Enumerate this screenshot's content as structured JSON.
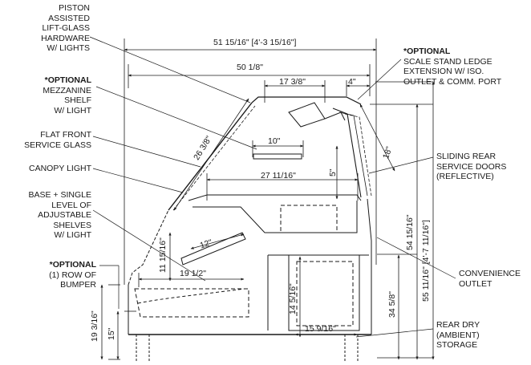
{
  "callouts": {
    "piston": [
      "PISTON",
      "ASSISTED",
      "LIFT-GLASS",
      "HARDWARE",
      "W/ LIGHTS"
    ],
    "mezzanine_title": "*OPTIONAL",
    "mezzanine": [
      "MEZZANINE",
      "SHELF",
      "W/ LIGHT"
    ],
    "flat_front": [
      "FLAT FRONT",
      "SERVICE GLASS"
    ],
    "canopy": [
      "CANOPY LIGHT"
    ],
    "base_shelves": [
      "BASE + SINGLE",
      "LEVEL OF",
      "ADJUSTABLE",
      "SHELVES",
      "W/ LIGHT"
    ],
    "bumper_title": "*OPTIONAL",
    "bumper": [
      "(1) ROW OF",
      "BUMPER"
    ],
    "scale_title": "*OPTIONAL",
    "scale": [
      "SCALE STAND LEDGE",
      "EXTENSION W/ ISO.",
      "OUTLET & COMM. PORT"
    ],
    "sliding": [
      "SLIDING REAR",
      "SERVICE DOORS",
      "(REFLECTIVE)"
    ],
    "convenience": [
      "CONVENIENCE",
      "OUTLET"
    ],
    "rear_dry": [
      "REAR DRY",
      "(AMBIENT)",
      "STORAGE"
    ]
  },
  "dimensions": {
    "overall_width": "51 15/16\" [4'-3 15/16\"]",
    "inner_width": "50 1/8\"",
    "top_17": "17 3/8\"",
    "top_4": "4\"",
    "diag_26": "26 3/8\"",
    "rear_18": "18\"",
    "mezz_10": "10\"",
    "mezz_5": "5\"",
    "deck_27": "27 11/16\"",
    "shelf_12": "12\"",
    "shelf_11": "11 15/16\"",
    "shelf_19": "19 1/2\"",
    "h_54": "54 15/16\"",
    "h_55": "55 11/16\" [4'-7 11/16\"]",
    "h_34": "34 5/8\"",
    "storage_14": "14 5/16\"",
    "storage_15": "15 9/16\"",
    "h_19": "19 3/16\"",
    "h_15": "15\""
  }
}
